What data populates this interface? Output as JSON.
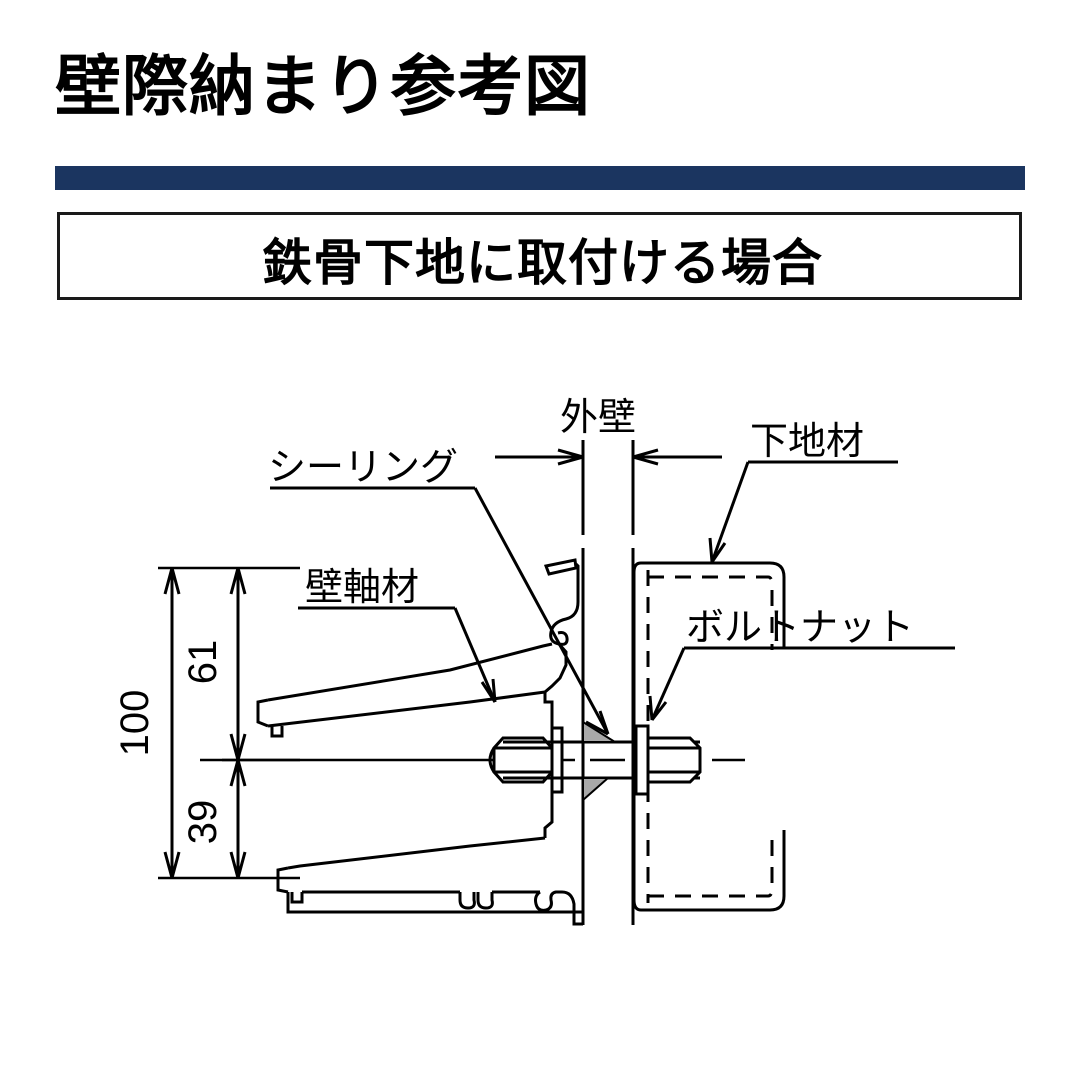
{
  "header": {
    "title": "壁際納まり参考図",
    "rule_color": "#1b3560",
    "subtitle": "鉄骨下地に取付ける場合"
  },
  "drawing": {
    "labels": {
      "outer_wall": "外壁",
      "sealing": "シーリング",
      "wall_frame": "壁軸材",
      "base_material": "下地材",
      "bolt_nut": "ボルトナット"
    },
    "dimensions": {
      "total": "100",
      "upper": "61",
      "lower": "39"
    }
  },
  "colors": {
    "line": "#000000",
    "accent": "#1b3560",
    "fill_hatch": "#a8a8a8",
    "background": "#ffffff"
  }
}
